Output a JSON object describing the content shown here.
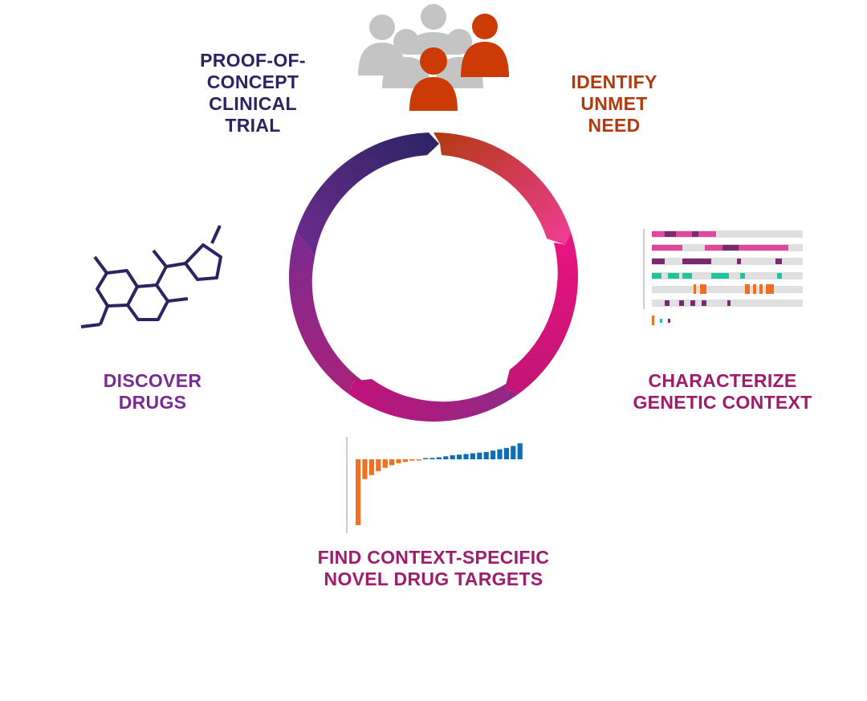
{
  "colors": {
    "navy": "#2a2463",
    "rust": "#b13a0e",
    "purple": "#7a2a92",
    "magenta": "#9e1c6b",
    "pink": "#e8147f",
    "orange": "#ee7122",
    "blue": "#0f6db5",
    "teal": "#1fc49a",
    "gray": "#c4c4c4",
    "person_orange": "#cc3a05"
  },
  "stages": {
    "proof_of_concept": {
      "lines": [
        "PROOF-OF-",
        "CONCEPT",
        "CLINICAL",
        "TRIAL"
      ],
      "color": "#2a2463"
    },
    "identify_unmet_need": {
      "lines": [
        "IDENTIFY",
        "UNMET",
        "NEED"
      ],
      "color": "#b13a0e"
    },
    "discover_drugs": {
      "lines": [
        "DISCOVER",
        "DRUGS"
      ],
      "color": "#7a2a92"
    },
    "characterize_context": {
      "lines": [
        "CHARACTERIZE",
        "GENETIC CONTEXT"
      ],
      "color": "#9e1c6b"
    },
    "find_targets": {
      "lines": [
        "FIND CONTEXT-SPECIFIC",
        "NOVEL DRUG TARGETS"
      ],
      "color": "#9e1c6b"
    }
  },
  "icons": {
    "people": "people-group-icon",
    "molecule": "molecule-icon",
    "genetic_track": "genetic-track-icon",
    "waterfall": "waterfall-chart-icon"
  },
  "waterfall_values": [
    -1.0,
    -0.3,
    -0.24,
    -0.18,
    -0.13,
    -0.09,
    -0.06,
    -0.04,
    -0.02,
    -0.01,
    0.01,
    0.02,
    0.03,
    0.045,
    0.06,
    0.07,
    0.08,
    0.09,
    0.1,
    0.11,
    0.13,
    0.15,
    0.17,
    0.2,
    0.24
  ]
}
